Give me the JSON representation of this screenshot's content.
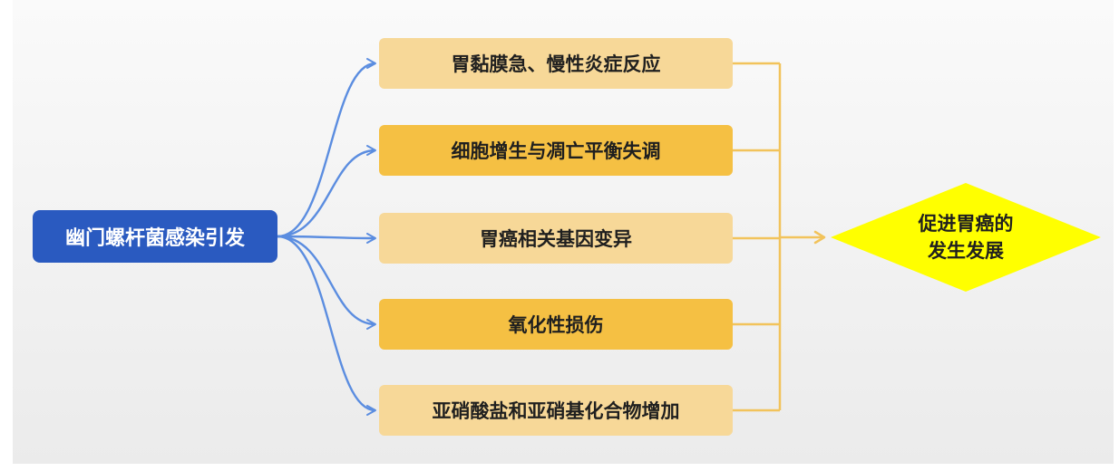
{
  "diagram": {
    "source": {
      "label": "幽门螺杆菌感染引发",
      "color": "#2a5ac0"
    },
    "causes": [
      {
        "label": "胃黏膜急、慢性炎症反应",
        "color": "#f7d898"
      },
      {
        "label": "细胞增生与凋亡平衡失调",
        "color": "#f5c043"
      },
      {
        "label": "胃癌相关基因变异",
        "color": "#f7d898"
      },
      {
        "label": "氧化性损伤",
        "color": "#f5c043"
      },
      {
        "label": "亚硝酸盐和亚硝基化合物增加",
        "color": "#f7d898"
      }
    ],
    "outcome": {
      "line1": "促进胃癌的",
      "line2": "发生发展",
      "color": "#ffff00"
    },
    "colors": {
      "left_connector": "#5b8de0",
      "right_connector": "#f2c35b"
    }
  }
}
